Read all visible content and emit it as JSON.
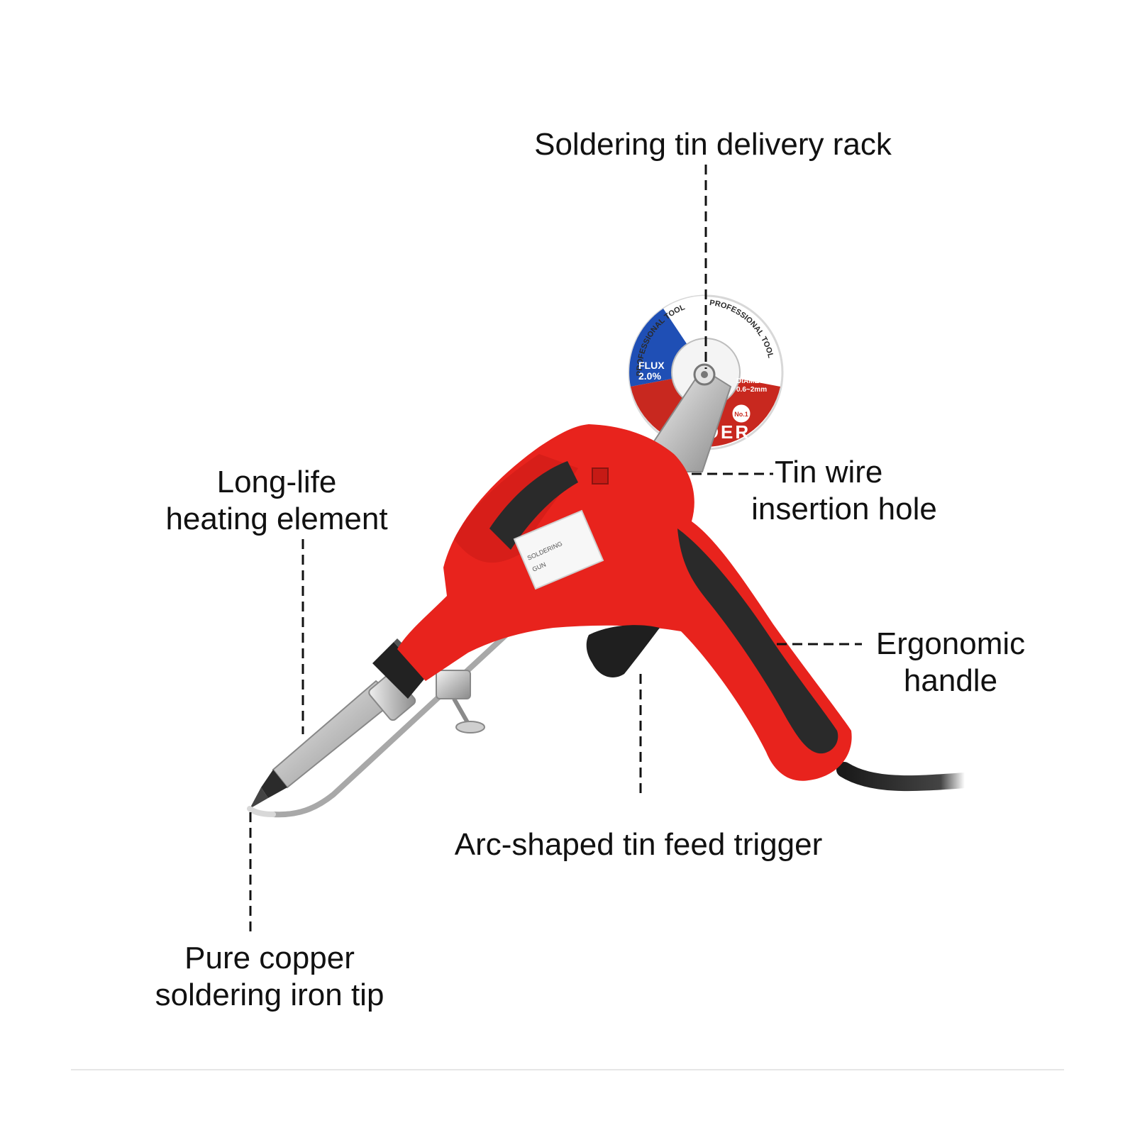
{
  "labels": {
    "rack": "Soldering tin delivery rack",
    "heating": [
      "Long-life",
      "heating element"
    ],
    "insertion": [
      "Tin wire",
      "insertion hole"
    ],
    "handle": [
      "Ergonomic",
      "handle"
    ],
    "trigger": "Arc-shaped tin feed trigger",
    "tip": [
      "Pure copper",
      "soldering iron tip"
    ]
  },
  "reel": {
    "arc_text_left": "PROFESSIONAL TOOL",
    "arc_text_right": "PROFESSIONAL TOOL",
    "flux_title": "FLUX",
    "flux_value": "2.0%",
    "diameter_title": "DIAMETER",
    "diameter_value": "0.6~2mm",
    "badge": "No.1",
    "brand": "SOLDER"
  },
  "sticker": {
    "line1": "SOLDERING",
    "line2": "GUN"
  },
  "colors": {
    "body_red": "#e8231d",
    "grip_black": "#2a2a2a",
    "metal": "#c9c9c9",
    "reel_blue": "#1f4fb5",
    "reel_red": "#c8281f"
  }
}
